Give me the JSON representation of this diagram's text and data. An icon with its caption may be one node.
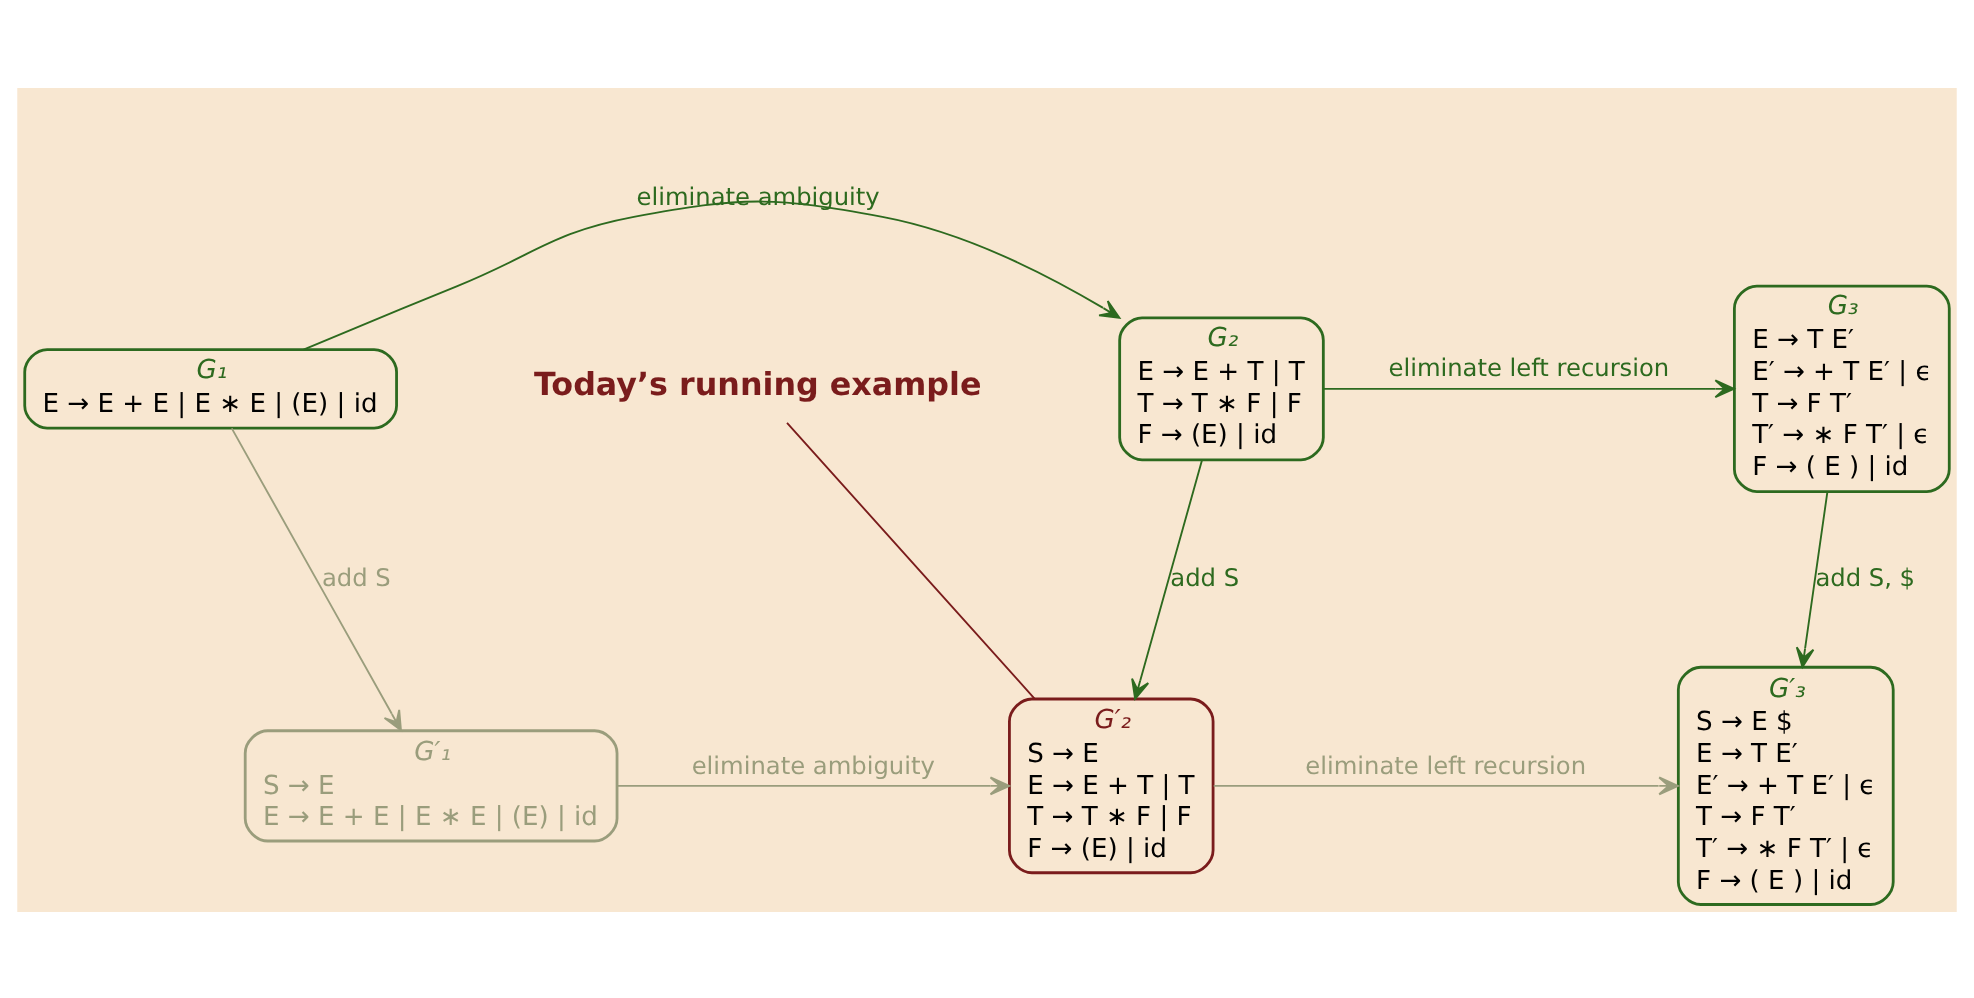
{
  "diagram": {
    "nodes": [
      {
        "text": [
          "G₁",
          "E → E + E | E ∗ E | (E) | id"
        ]
      },
      {
        "text": [
          "G₂",
          "E → E + T | T",
          "T → T ∗ F | F",
          "F → (E) | id"
        ]
      },
      {
        "text": [
          "G₃",
          "E → T E′",
          "E′ → + T E′ | ϵ",
          "T → F T′",
          "T′ → ∗ F T′ | ϵ",
          "F → ( E ) | id"
        ]
      },
      {
        "text": [
          "G′₁",
          "S → E",
          "E → E + E | E ∗ E | (E) | id"
        ]
      },
      {
        "text": [
          "G′₂",
          "S → E",
          "E → E + T | T",
          "T → T ∗ F | F",
          "F → (E) | id"
        ]
      },
      {
        "text": [
          "G′₃",
          "S → E $",
          "E → T E′",
          "E′ → + T E′ | ϵ",
          "T → F T′",
          "T′ → ∗ F T′ | ϵ",
          "F → ( E ) | id"
        ]
      },
      {
        "text": [
          "Today’s running example"
        ]
      }
    ],
    "edges": [
      {
        "from": 0,
        "to": 1,
        "arrow": "to",
        "label": "eliminate ambiguity"
      },
      {
        "from": 1,
        "to": 2,
        "arrow": "to",
        "label": "eliminate left recursion"
      },
      {
        "from": 0,
        "to": 3,
        "arrow": "to",
        "label": "add S",
        "color": "#9a9d7c"
      },
      {
        "from": 1,
        "to": 4,
        "arrow": "to",
        "label": "add S"
      },
      {
        "from": 2,
        "to": 5,
        "arrow": "to",
        "label": "add S, $"
      },
      {
        "from": 3,
        "to": 4,
        "arrow": "to",
        "label": "eliminate ambiguity",
        "color": "#9a9d7c"
      },
      {
        "from": 4,
        "to": 5,
        "arrow": "to",
        "label": "eliminate left recursion",
        "color": "#9a9d7c"
      },
      {
        "from": 6,
        "to": 4,
        "arrow": "none",
        "color": "#7a1c1c"
      }
    ]
  }
}
